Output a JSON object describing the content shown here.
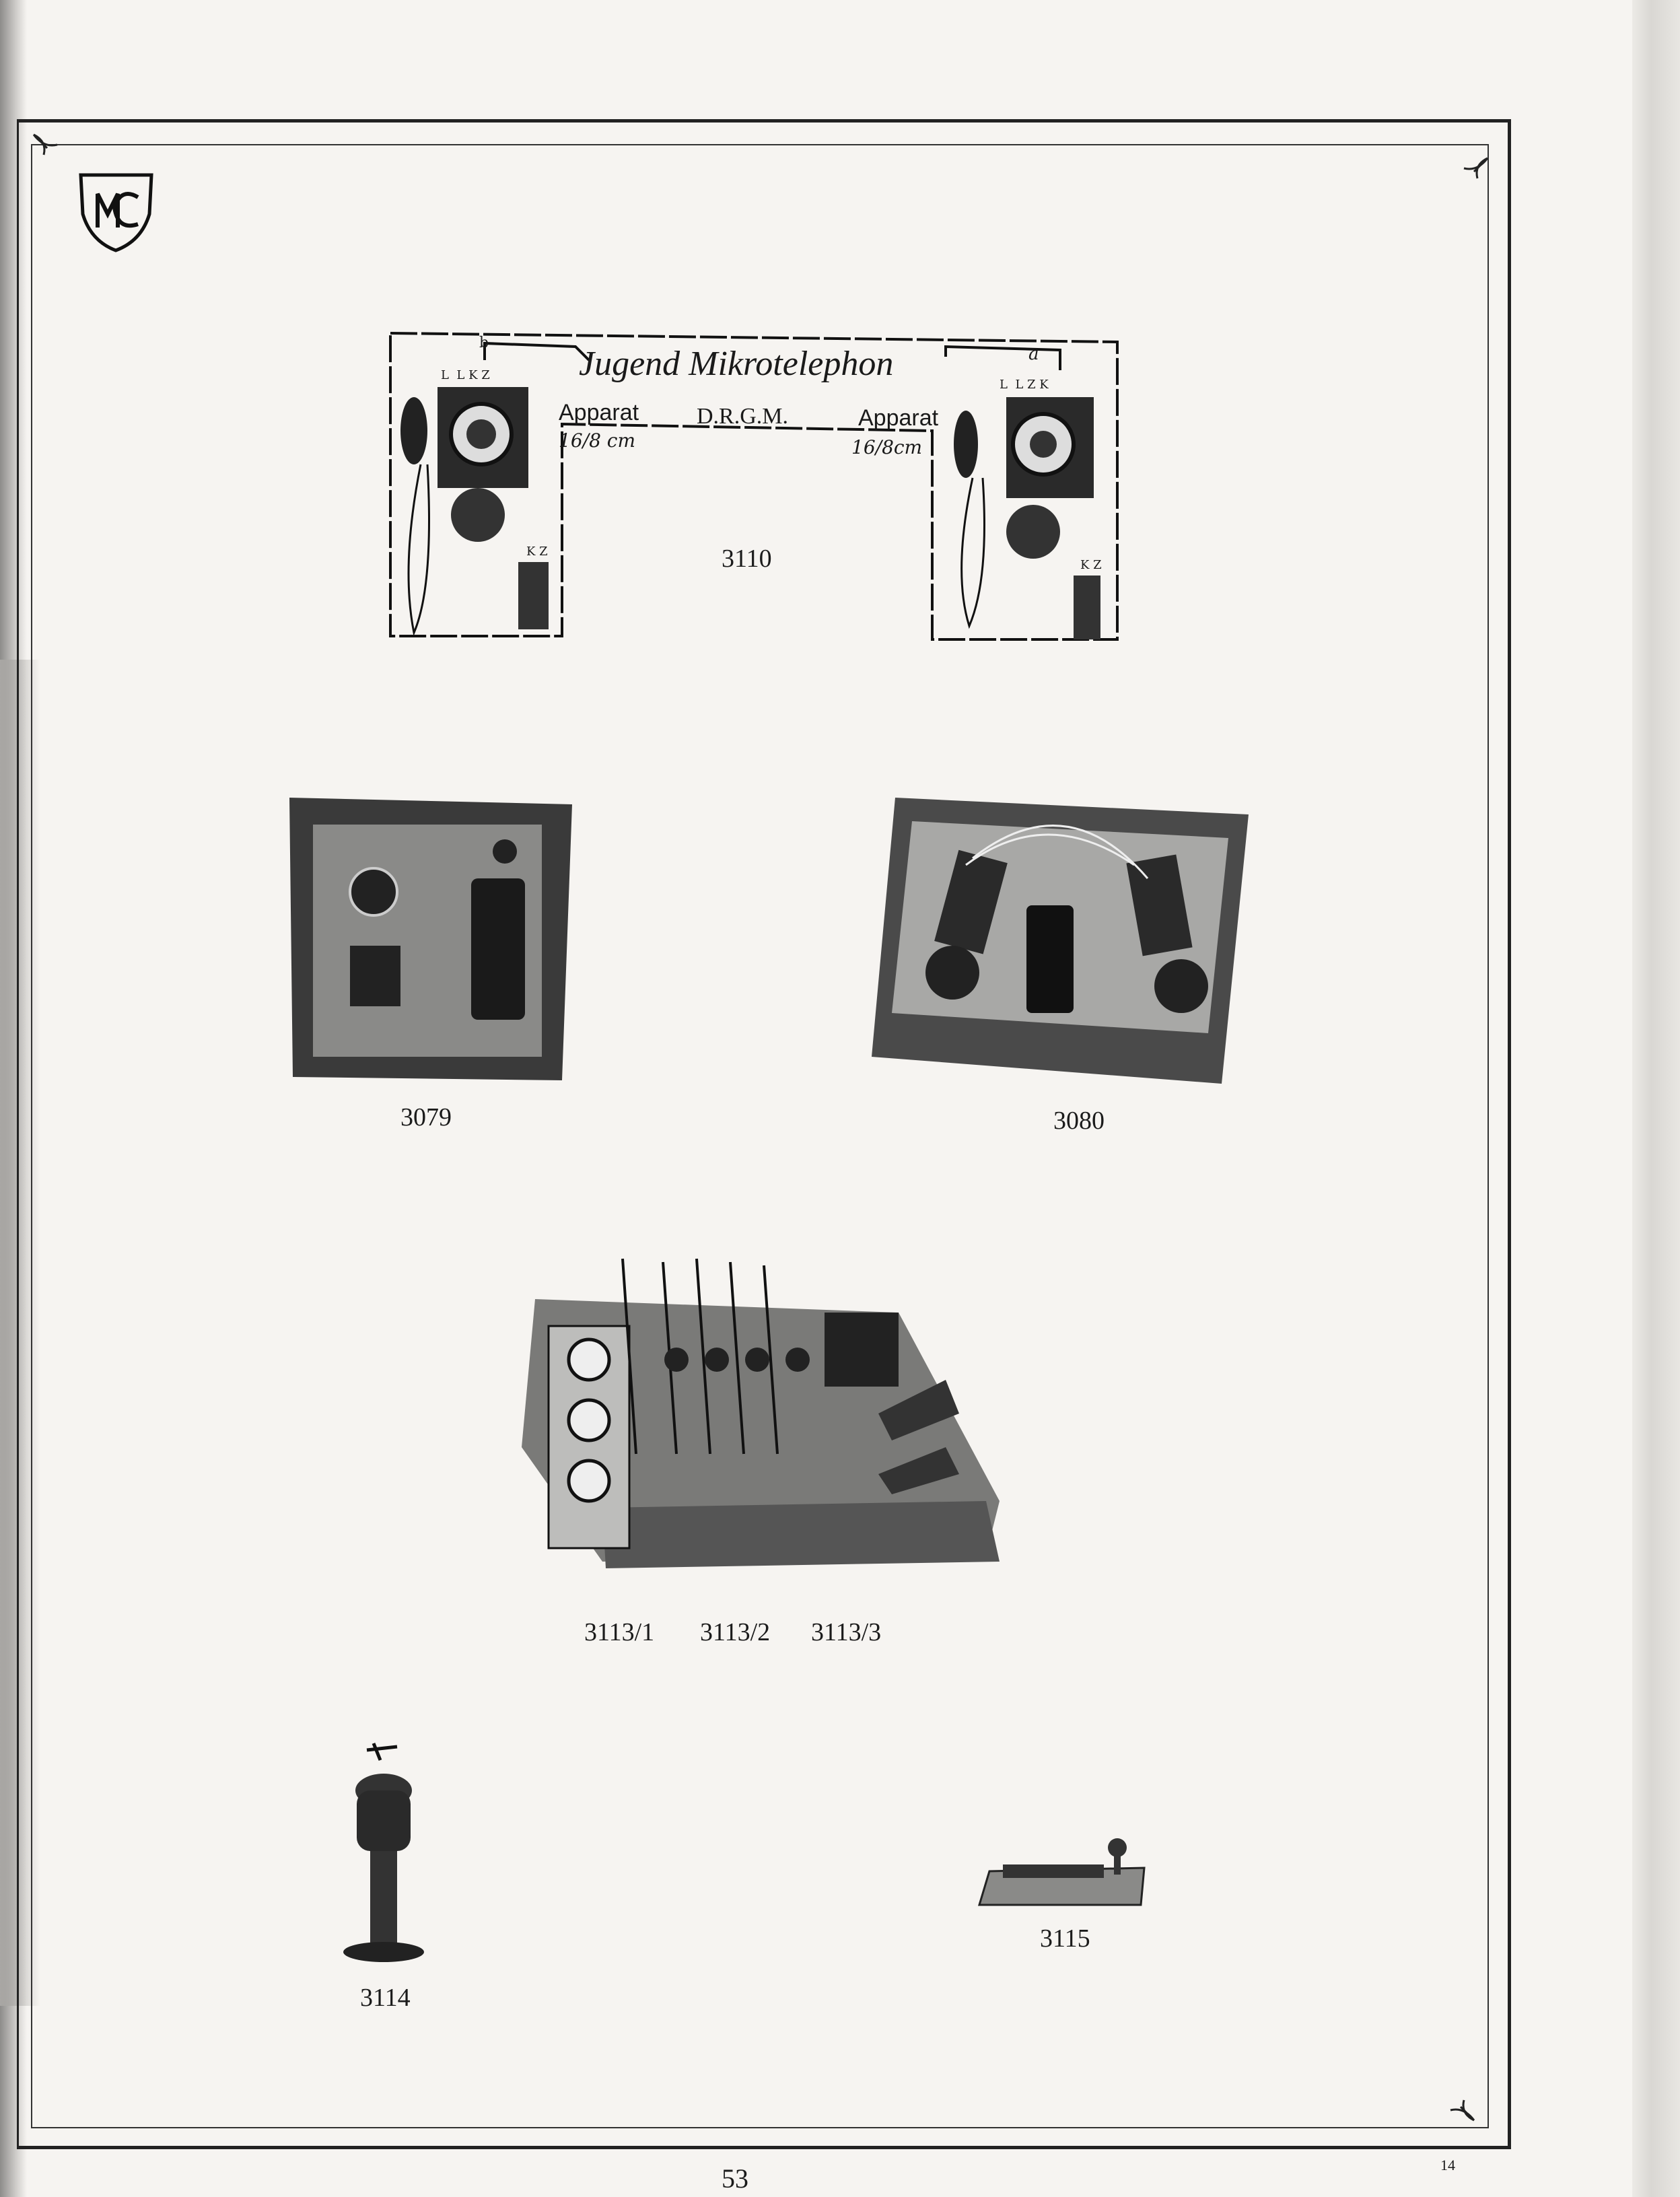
{
  "page": {
    "page_number": "53",
    "signature_mark": "14",
    "logo": "MC monogram shield"
  },
  "items": [
    {
      "id": "3110",
      "title": "Jugend Mikrotelephon",
      "left_text": "Apparat",
      "left_size": "16/8 cm",
      "center_text": "D.R.G.M.",
      "right_text": "Apparat",
      "right_size": "16/8cm",
      "terminals_left": "L  L K Z",
      "terminals_right": "L  L Z K",
      "wire_a": "a",
      "wire_b": "b",
      "battery_terminals": "K Z"
    },
    {
      "id": "3079"
    },
    {
      "id": "3080"
    },
    {
      "id": "3113",
      "labels": [
        "3113/1",
        "3113/2",
        "3113/3"
      ]
    },
    {
      "id": "3114"
    },
    {
      "id": "3115"
    }
  ],
  "colors": {
    "paper": "#f6f4f1",
    "ink": "#1a1a1a"
  }
}
